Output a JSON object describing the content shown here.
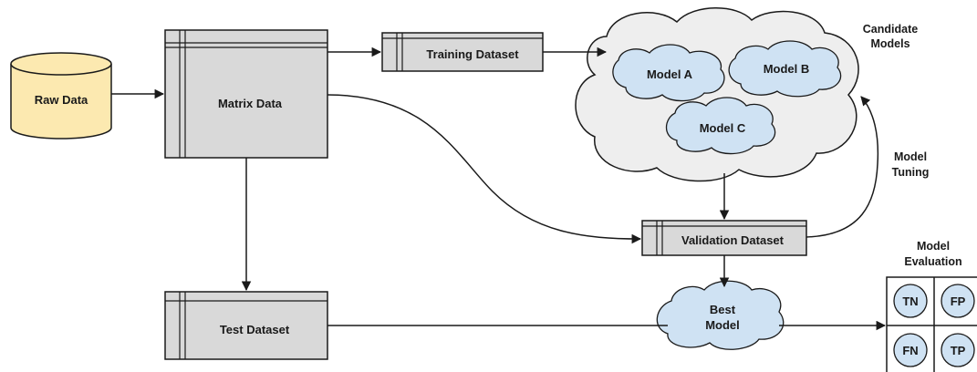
{
  "nodes": {
    "raw_data": "Raw Data",
    "matrix_data": "Matrix Data",
    "training_dataset": "Training Dataset",
    "validation_dataset": "Validation Dataset",
    "test_dataset": "Test Dataset",
    "model_a": "Model A",
    "model_b": "Model B",
    "model_c": "Model C",
    "best_model_line1": "Best",
    "best_model_line2": "Model"
  },
  "labels": {
    "candidate_line1": "Candidate",
    "candidate_line2": "Models",
    "tuning_line1": "Model",
    "tuning_line2": "Tuning",
    "evaluation_line1": "Model",
    "evaluation_line2": "Evaluation"
  },
  "confusion_matrix": {
    "tn": "TN",
    "fp": "FP",
    "fn": "FN",
    "tp": "TP"
  },
  "colors": {
    "raw_data_fill": "#fce9b0",
    "box_fill": "#d9d9d9",
    "cloud_fill": "#eeeeee",
    "model_fill": "#cfe2f3",
    "stroke": "#1a1a1a"
  }
}
